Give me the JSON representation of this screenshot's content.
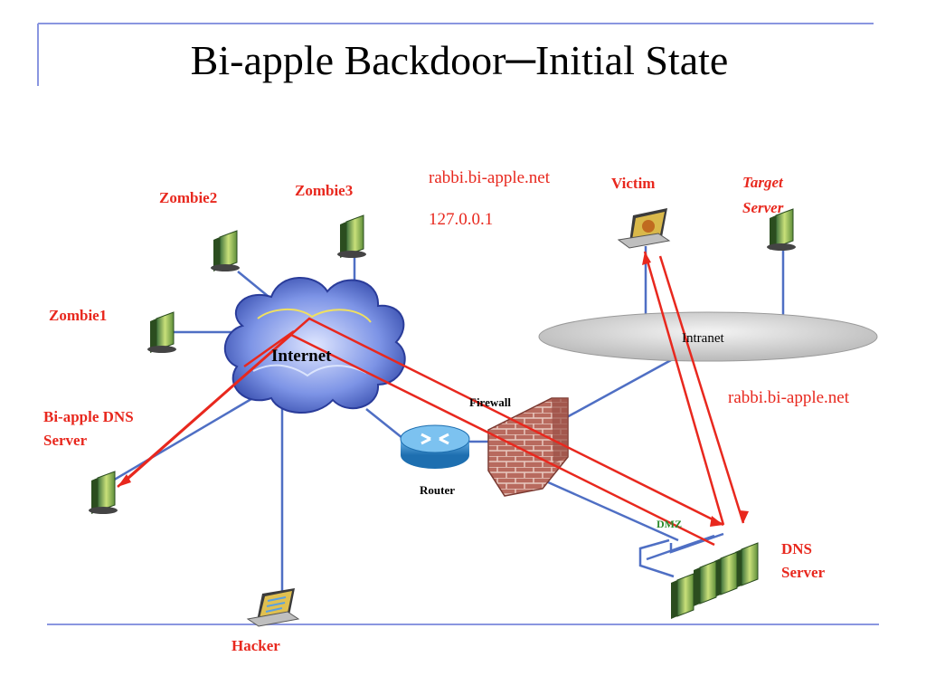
{
  "slide": {
    "title": "Bi-apple Backdoor─Initial State"
  },
  "labels": {
    "zombie1": "Zombie1",
    "zombie2": "Zombie2",
    "zombie3": "Zombie3",
    "bi_apple_dns_line1": "Bi-apple DNS",
    "bi_apple_dns_line2": "Server",
    "internet": "Internet",
    "hacker": "Hacker",
    "router": "Router",
    "firewall": "Firewall",
    "dmz": "DMZ",
    "dns_server_line1": "DNS",
    "dns_server_line2": "Server",
    "victim": "Victim",
    "target_server_line1": "Target",
    "target_server_line2": "Server",
    "intranet": "Intranet",
    "domain_top": "rabbi.bi-apple.net",
    "ip_address": "127.0.0.1",
    "domain_right": "rabbi.bi-apple.net"
  },
  "colors": {
    "accent_red": "#e8281e",
    "link_blue": "#4f6fc4",
    "rule_blue": "#8a96e0",
    "cloud_blue": "#4a66c8"
  },
  "icons": [
    "server-icon",
    "laptop-icon",
    "cloud-icon",
    "router-icon",
    "firewall-icon",
    "ellipse-network-icon"
  ]
}
